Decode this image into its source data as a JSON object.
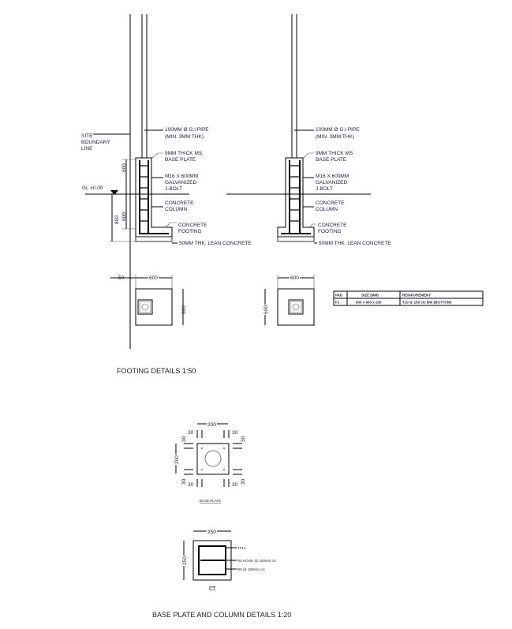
{
  "footing": {
    "labels": {
      "pipe_1": "100MM Ø G.I PIPE",
      "pipe_2": "(MIN. 3MM THK)",
      "plate_1": "9MM THICK MS",
      "plate_2": "BASE PLATE",
      "bolt_1": "M16 X 600MM",
      "bolt_2": "GALVANIZED",
      "bolt_3": "J-BOLT",
      "column_1": "CONCRETE",
      "column_2": "COLUMN",
      "footing_1": "CONCRETE",
      "footing_2": "FOOTING",
      "lean": "50MM THK. LEAN CONCRETE"
    },
    "site_boundary": [
      "SITE",
      "BOUNDARY",
      "LINE"
    ],
    "ground_level": "GL ±0.00",
    "dims": {
      "upper": "600",
      "lower": "600",
      "total": "800",
      "offset": "50",
      "width": "600",
      "depth": "600"
    },
    "title": "FOOTING DETAILS 1:50"
  },
  "table": {
    "headers": [
      "PAD",
      "SIZE (MM)",
      "REINFOREMENT"
    ],
    "rows": [
      [
        "F1",
        "600  x  600  x  200",
        "T10 @ 150 c/c BW (BOTTOM)"
      ]
    ]
  },
  "base_plate": {
    "dims": {
      "width": "200",
      "height": "200",
      "edge": "30"
    },
    "label": "BASE PLATE"
  },
  "column": {
    "dims": {
      "width": "250",
      "height": "250"
    },
    "labels": [
      "4T12",
      "R6 HOOK @ 150mm c/c",
      "R6 @ 150mm c/c"
    ],
    "label": "C1"
  },
  "title": "BASE PLATE AND COLUMN DETAILS 1:20"
}
